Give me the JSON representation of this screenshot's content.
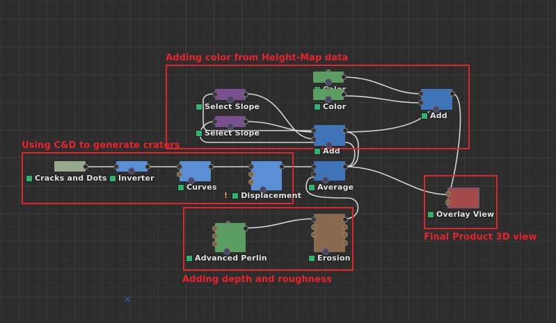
{
  "app": {
    "view": "node-graph-editor"
  },
  "colors": {
    "canvas_bg": "#2d2d2d",
    "annotation": "#e0262a",
    "status_ok": "#2fb36e",
    "wire": "#d6d6d6",
    "node_purple": "#7a4f8e",
    "node_green": "#5a9e62",
    "node_blue": "#3f74b8",
    "node_light_blue": "#5a8fd6",
    "node_sage": "#98a88a",
    "node_brown": "#8a6a4e",
    "node_red": "#a34a4a"
  },
  "annotations": [
    {
      "id": "color-group",
      "label": "Adding color from Height-Map data"
    },
    {
      "id": "craters-group",
      "label": "Using C&D to generate craters"
    },
    {
      "id": "depth-group",
      "label": "Adding depth and roughness"
    },
    {
      "id": "final-group",
      "label": "Final Product 3D view"
    }
  ],
  "nodes": [
    {
      "id": "select-slope-1",
      "label": "Select Slope",
      "type": "Select Slope",
      "color": "purple"
    },
    {
      "id": "select-slope-2",
      "label": "Select Slope",
      "type": "Select Slope",
      "color": "purple"
    },
    {
      "id": "color-1",
      "label": "Color",
      "type": "Color",
      "color": "green"
    },
    {
      "id": "color-2",
      "label": "Color",
      "type": "Color",
      "color": "green"
    },
    {
      "id": "add-1",
      "label": "Add",
      "type": "Add",
      "color": "blue"
    },
    {
      "id": "add-2",
      "label": "Add",
      "type": "Add",
      "color": "blue"
    },
    {
      "id": "cracks-and-dots",
      "label": "Cracks and Dots",
      "type": "Cracks and Dots",
      "color": "sage"
    },
    {
      "id": "inverter",
      "label": "Inverter",
      "type": "Inverter",
      "color": "light-blue"
    },
    {
      "id": "curves",
      "label": "Curves",
      "type": "Curves",
      "color": "light-blue"
    },
    {
      "id": "displacement",
      "label": "Displacement",
      "type": "Displacement",
      "color": "light-blue",
      "warning": "!"
    },
    {
      "id": "average",
      "label": "Average",
      "type": "Average",
      "color": "blue"
    },
    {
      "id": "overlay-view",
      "label": "Overlay View",
      "type": "Overlay View",
      "color": "red"
    },
    {
      "id": "advanced-perlin",
      "label": "Advanced Perlin",
      "type": "Advanced Perlin",
      "color": "green"
    },
    {
      "id": "erosion",
      "label": "Erosion",
      "type": "Erosion",
      "color": "brown"
    }
  ],
  "connections": [
    {
      "from": "cracks-and-dots",
      "to": "inverter"
    },
    {
      "from": "inverter",
      "to": "curves"
    },
    {
      "from": "curves",
      "to": "displacement"
    },
    {
      "from": "displacement",
      "to": "average"
    },
    {
      "from": "erosion",
      "to": "average"
    },
    {
      "from": "advanced-perlin",
      "to": "erosion"
    },
    {
      "from": "average",
      "to": "overlay-view"
    },
    {
      "from": "average",
      "to": "select-slope-1"
    },
    {
      "from": "average",
      "to": "select-slope-2"
    },
    {
      "from": "select-slope-1",
      "to": "add-2"
    },
    {
      "from": "select-slope-2",
      "to": "add-2"
    },
    {
      "from": "color-1",
      "to": "add-1"
    },
    {
      "from": "color-2",
      "to": "add-1"
    },
    {
      "from": "add-2",
      "to": "add-1"
    },
    {
      "from": "add-1",
      "to": "overlay-view"
    }
  ],
  "marker": {
    "icon": "cross-marker-icon",
    "glyph": "✕"
  }
}
